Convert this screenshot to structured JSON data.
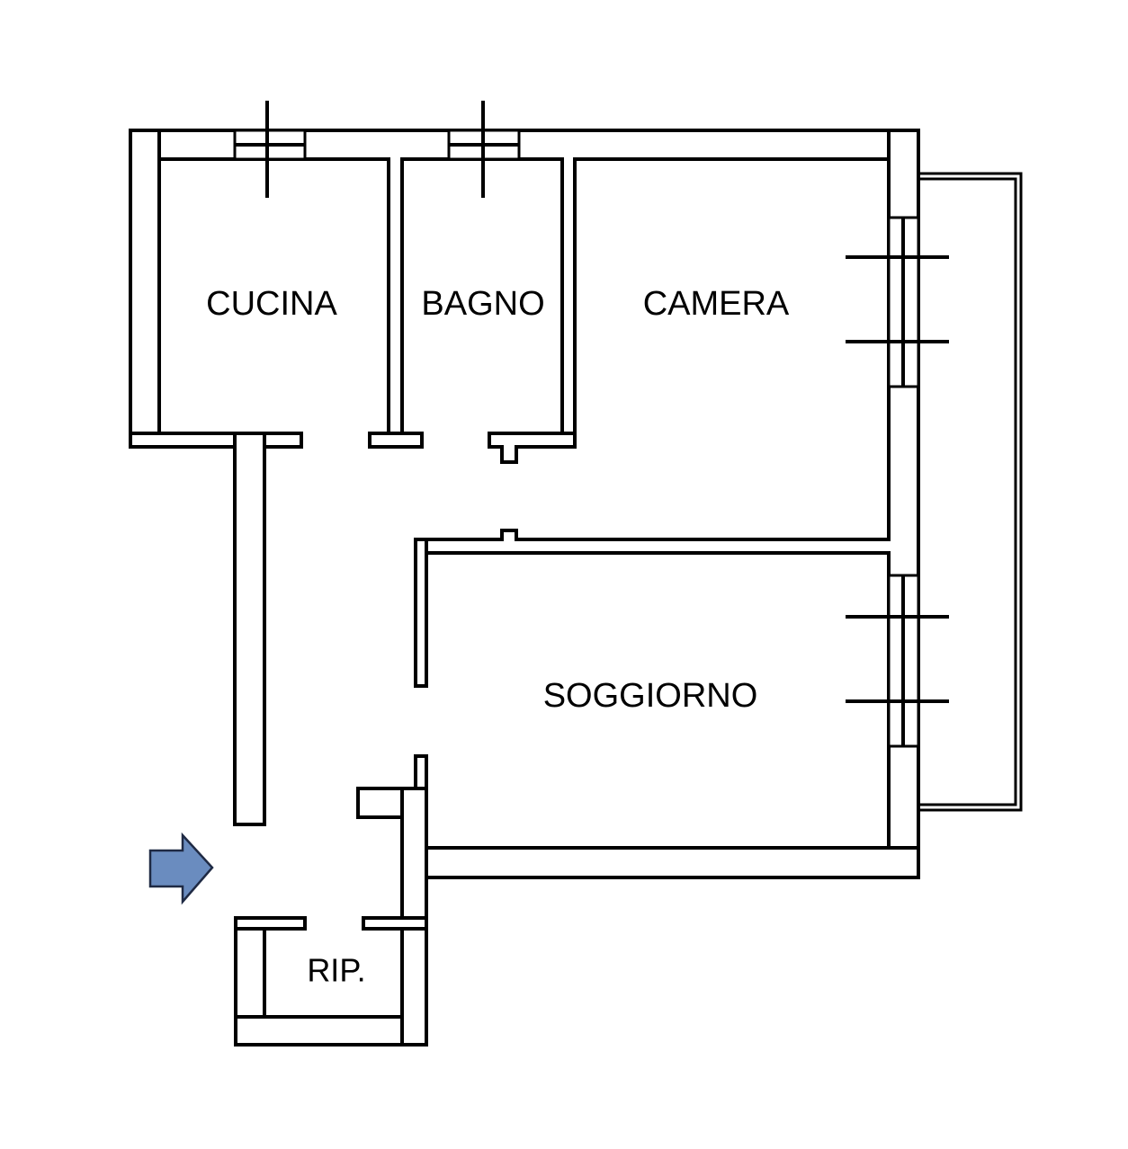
{
  "plan": {
    "rooms": [
      {
        "id": "cucina",
        "label": "CUCINA"
      },
      {
        "id": "bagno",
        "label": "BAGNO"
      },
      {
        "id": "camera",
        "label": "CAMERA"
      },
      {
        "id": "soggiorno",
        "label": "SOGGIORNO"
      },
      {
        "id": "rip",
        "label": "RIP."
      }
    ],
    "entry_arrow_color": "#6a8cbf"
  }
}
